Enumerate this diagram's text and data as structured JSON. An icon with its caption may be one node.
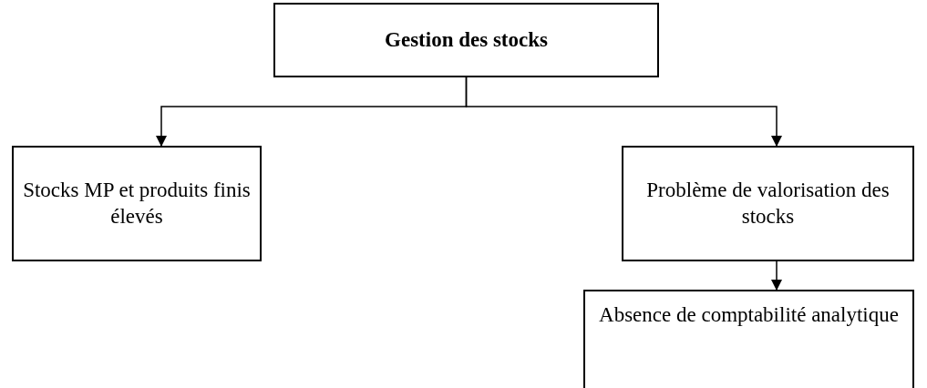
{
  "diagram": {
    "nodes": [
      {
        "text": [
          "Gestion des stocks"
        ]
      },
      {
        "text": [
          "Stocks MP et produits finis élevés"
        ]
      },
      {
        "text": [
          "Problème de valorisation des stocks"
        ]
      },
      {
        "text": [
          "Absence de comptabilité analytique"
        ]
      }
    ],
    "edges": [
      {
        "from": 0,
        "to": 1,
        "arrow": "to"
      },
      {
        "from": 0,
        "to": 2,
        "arrow": "to"
      },
      {
        "from": 2,
        "to": 3,
        "arrow": "to"
      }
    ]
  }
}
